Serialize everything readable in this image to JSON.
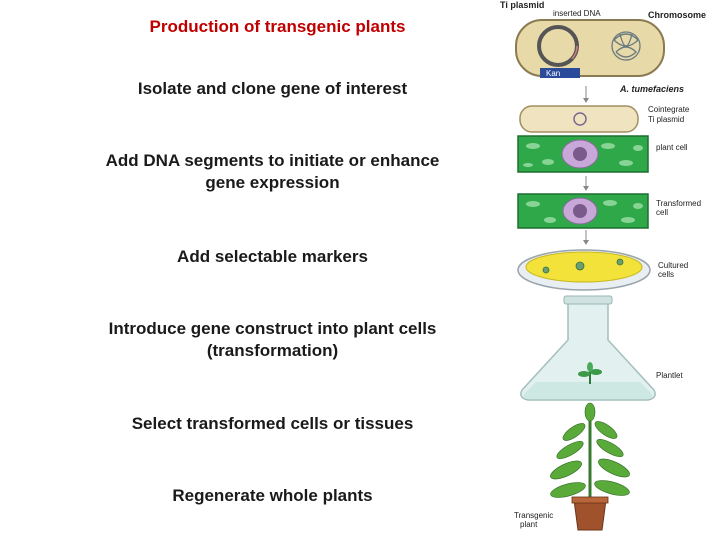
{
  "title": "Production of transgenic plants",
  "steps": [
    "Isolate and clone gene of interest",
    "Add DNA segments to initiate or enhance gene expression",
    "Add selectable markers",
    "Introduce gene construct  into plant cells (transformation)",
    "Select transformed cells or tissues",
    "Regenerate whole plants"
  ],
  "figure": {
    "ti_plasmid": "Ti plasmid",
    "inserted_dna": "inserted DNA",
    "chromosome": "Chromosome",
    "kan": "Kan",
    "a_tumefaciens": "A. tumefaciens",
    "cointegrate": "Cointegrate",
    "ti_plasmid_lower": "Ti plasmid",
    "plant_cell": "plant cell",
    "transformed_1": "Transformed",
    "transformed_2": "cell",
    "cultured_1": "Cultured",
    "cultured_2": "cells",
    "plantlet": "Plantlet",
    "transgenic_1": "Transgenic",
    "transgenic_2": "plant"
  },
  "colors": {
    "title": "#c00000",
    "cell_green": "#2fa84a",
    "bacterium": "#e8d9a8",
    "agar": "#f2e23a"
  }
}
